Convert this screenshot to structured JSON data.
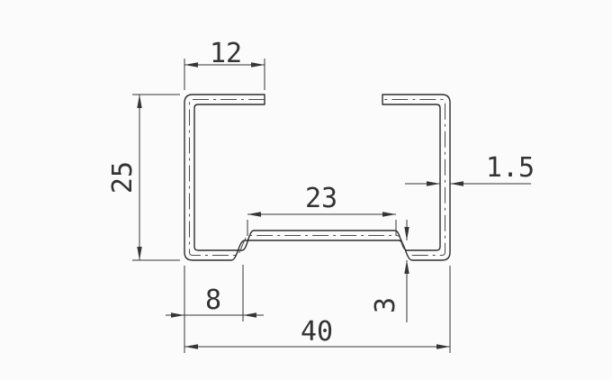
{
  "drawing": {
    "colors": {
      "line": "#2d2d2d",
      "centerline": "#4a4a4a",
      "dimension": "#363636",
      "text": "#333333",
      "background": "#fbfbfb"
    },
    "labels": {
      "top_flange_width": "12",
      "overall_height": "25",
      "material_thickness": "1.5",
      "inner_base_width": "23",
      "step_depth": "3",
      "bottom_left_flat": "8",
      "overall_width": "40"
    }
  }
}
